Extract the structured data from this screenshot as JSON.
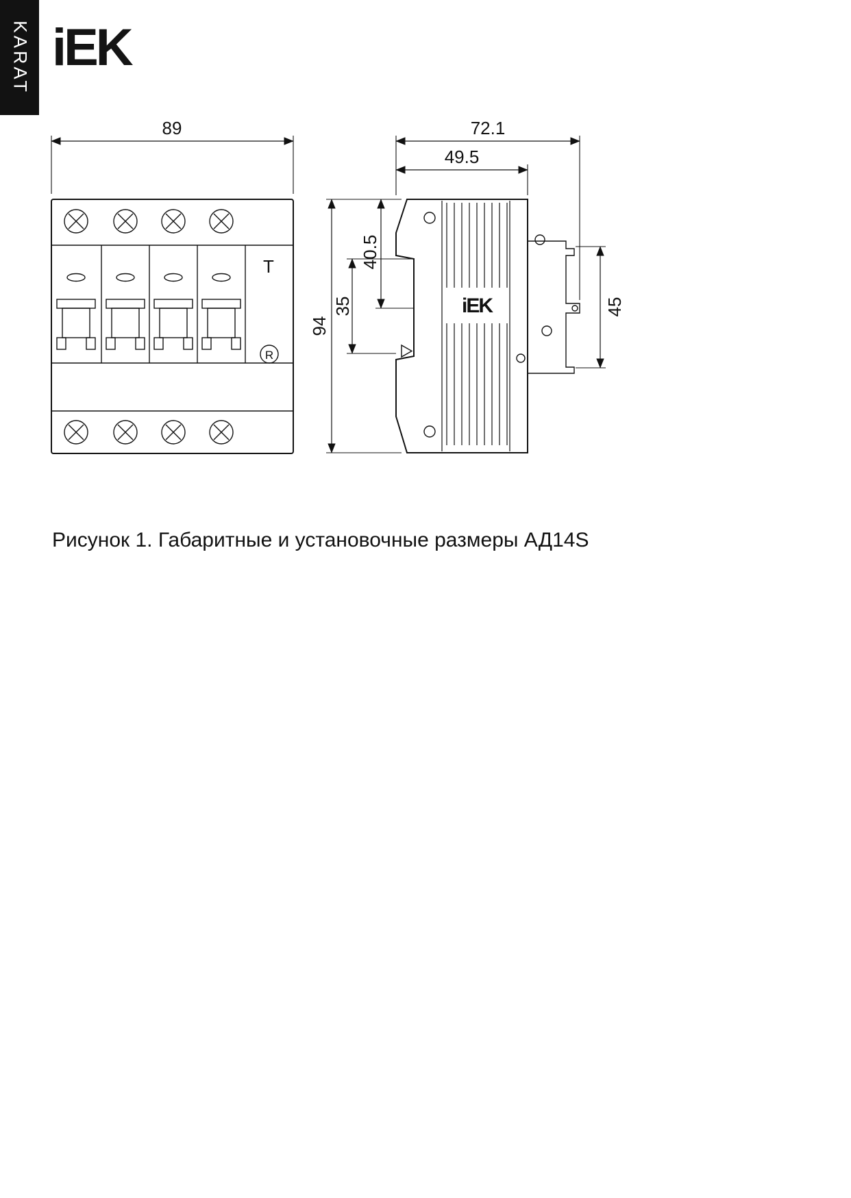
{
  "brand": {
    "series": "KARAT",
    "logo": "iEK"
  },
  "caption": "Рисунок 1. Габаритные и установочные размеры  АД14S",
  "device": {
    "logo_mark": "iEK",
    "test_button_mark": "T",
    "registered_mark": "R"
  },
  "dimensions": {
    "front_width_mm": "89",
    "height_mm": "94",
    "total_depth_mm": "72.1",
    "body_depth_mm": "49.5",
    "top_to_catch_mm": "40.5",
    "terminal_window_mm": "35",
    "din_rail_mm": "45"
  }
}
